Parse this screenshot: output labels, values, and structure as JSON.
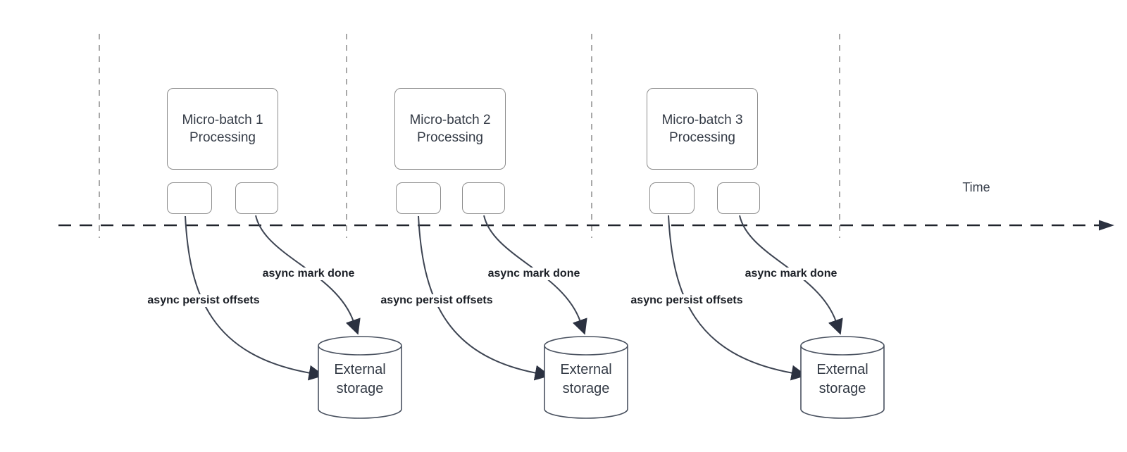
{
  "time_axis": {
    "label": "Time"
  },
  "batches": [
    {
      "box_label": "Micro-batch 1\nProcessing",
      "persist_label": "async persist offsets",
      "mark_done_label": "async mark done",
      "storage_label": "External\nstorage"
    },
    {
      "box_label": "Micro-batch 2\nProcessing",
      "persist_label": "async persist offsets",
      "mark_done_label": "async mark done",
      "storage_label": "External\nstorage"
    },
    {
      "box_label": "Micro-batch 3\nProcessing",
      "persist_label": "async persist offsets",
      "mark_done_label": "async mark done",
      "storage_label": "External\nstorage"
    }
  ],
  "colors": {
    "background": "#ffffff",
    "arrow_stroke": "#3d4452",
    "arrowhead_fill": "#2b3140",
    "axis_stroke": "#20242c",
    "guide_stroke": "#a8a8a8",
    "shape_border": "#8c8c8c",
    "cylinder_stroke": "#4a5260",
    "shape_text": "#343b46",
    "label_text": "#1b1f26"
  }
}
